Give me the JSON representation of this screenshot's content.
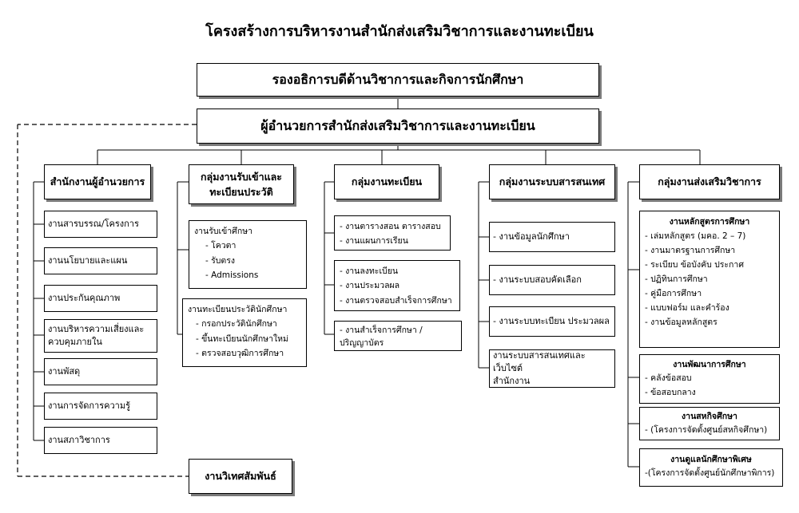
{
  "title": "โครงสร้างการบริหารงานสำนักส่งเสริมวิชาการและงานทะเบียน",
  "vice_president": "รองอธิการบดีด้านวิชาการและกิจการนักศึกษา",
  "director": "ผู้อำนวยการสำนักส่งเสริมวิชาการและงานทะเบียน",
  "departments": {
    "office": {
      "title": "สำนักงานผู้อำนวยการ",
      "items": [
        "งานสารบรรณ/โครงการ",
        "งานนโยบายและแผน",
        "งานประกันคุณภาพ",
        "งานบริหารความเสี่ยงและ",
        "ควบคุมภายใน",
        "งานพัสดุ",
        "งานการจัดการความรู้",
        "งานสภาวิชาการ"
      ]
    },
    "admission": {
      "title_1": "กลุ่มงานรับเข้าและ",
      "title_2": "ทะเบียนประวัติ",
      "box1": [
        "งานรับเข้าศึกษา",
        "- โควตา",
        "- รับตรง",
        "- Admissions"
      ],
      "box2": [
        "งานทะเบียนประวัตินักศึกษา",
        "- กรอกประวัตินักศึกษา",
        "- ขึ้นทะเบียนนักศึกษาใหม่",
        "- ตรวจสอบวุฒิการศึกษา"
      ]
    },
    "registration": {
      "title": "กลุ่มงานทะเบียน",
      "box1": [
        "- งานตารางสอน ตารางสอบ",
        "- งานแผนการเรียน"
      ],
      "box2": [
        "- งานลงทะเบียน",
        "- งานประมวลผล",
        "- งานตรวจสอบสำเร็จการศึกษา"
      ],
      "box3": [
        "- งานสำเร็จการศึกษา /",
        "ปริญญาบัตร"
      ]
    },
    "it": {
      "title": "กลุ่มงานระบบสารสนเทศ",
      "items": [
        "- งานข้อมูลนักศึกษา",
        "- งานระบบสอบคัดเลือก",
        "- งานระบบทะเบียน ประมวลผล",
        "งานระบบสารสนเทศและเว็บไซต์",
        "สำนักงาน"
      ]
    },
    "academic": {
      "title": "กลุ่มงานส่งเสริมวิชาการ",
      "curriculum": [
        "งานหลักสูตรการศึกษา",
        "- เล่มหลักสูตร (มคอ. 2 – 7)",
        "- งานมาตรฐานการศึกษา",
        "- ระเบียบ ข้อบังคับ ประกาศ",
        "- ปฏิทินการศึกษา",
        "- คู่มือการศึกษา",
        "- แบบฟอร์ม และคำร้อง",
        "- งานข้อมูลหลักสูตร"
      ],
      "development": [
        "งานพัฒนาการศึกษา",
        "- คลังข้อสอบ",
        "- ข้อสอบกลาง"
      ],
      "coop": [
        "งานสหกิจศึกษา",
        "- (โครงการจัดตั้งศูนย์สหกิจศึกษา)"
      ],
      "special": [
        "งานดูแลนักศึกษาพิเศษ",
        "-(โครงการจัดตั้งศูนย์นักศึกษาพิการ)"
      ]
    }
  },
  "foreign_affairs": "งานวิเทศสัมพันธ์"
}
